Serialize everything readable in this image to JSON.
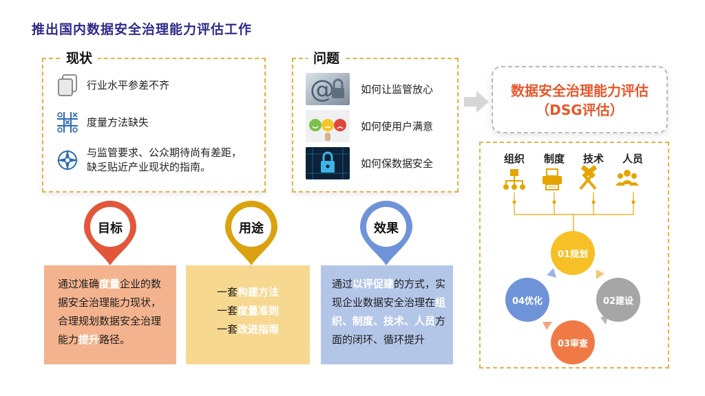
{
  "title": "推出国内数据安全治理能力评估工作",
  "status": {
    "heading": "现状",
    "items": [
      {
        "text": "行业水平参差不齐",
        "icon": "copy-pages-icon"
      },
      {
        "text": "度量方法缺失",
        "icon": "tic-tac-toe-icon"
      },
      {
        "text_line1": "与监管要求、公众期待尚有差距，",
        "text_line2": "缺乏贴近产业现状的指南。",
        "icon": "compass-icon"
      }
    ]
  },
  "issues": {
    "heading": "问题",
    "items": [
      {
        "text": "如何让监管放心",
        "icon": "at-sign-lock-image"
      },
      {
        "text": "如何使用户满意",
        "icon": "rating-faces-image"
      },
      {
        "text": "如何保数据安全",
        "icon": "cyber-lock-image"
      }
    ]
  },
  "dsg": {
    "line1": "数据安全治理能力评估",
    "line2": "（DSG评估）"
  },
  "dimensions": [
    {
      "label": "组织",
      "icon": "org-chart-icon"
    },
    {
      "label": "制度",
      "icon": "printer-document-icon"
    },
    {
      "label": "技术",
      "icon": "crossed-tools-icon"
    },
    {
      "label": "人员",
      "icon": "people-group-icon"
    }
  ],
  "cycle": [
    {
      "label": "01规划",
      "color": "#f6c026"
    },
    {
      "label": "02建设",
      "color": "#a6a6a6"
    },
    {
      "label": "03审查",
      "color": "#f07a45"
    },
    {
      "label": "04优化",
      "color": "#6f93d8"
    }
  ],
  "pins": [
    {
      "label": "目标",
      "color": "#e2563a"
    },
    {
      "label": "用途",
      "color": "#d9a20e"
    },
    {
      "label": "效果",
      "color": "#6f93d8"
    }
  ],
  "cards": {
    "goal": {
      "p1": "通过准确",
      "h1": "度量",
      "p2": "企业的数据安全治理能力现状，合理规划数据安全治理能力",
      "h2": "提升",
      "p3": "路径。"
    },
    "use": {
      "prefix": "一套",
      "items": [
        "构建方法",
        "度量准则",
        "改进指南"
      ]
    },
    "effect": {
      "p1": "通过",
      "h1": "以评促建",
      "p2": "的方式，实现企业数据安全治理在",
      "h2": "组织、制度、技术、人员",
      "p3": "方面的闭环、循环提升"
    }
  }
}
